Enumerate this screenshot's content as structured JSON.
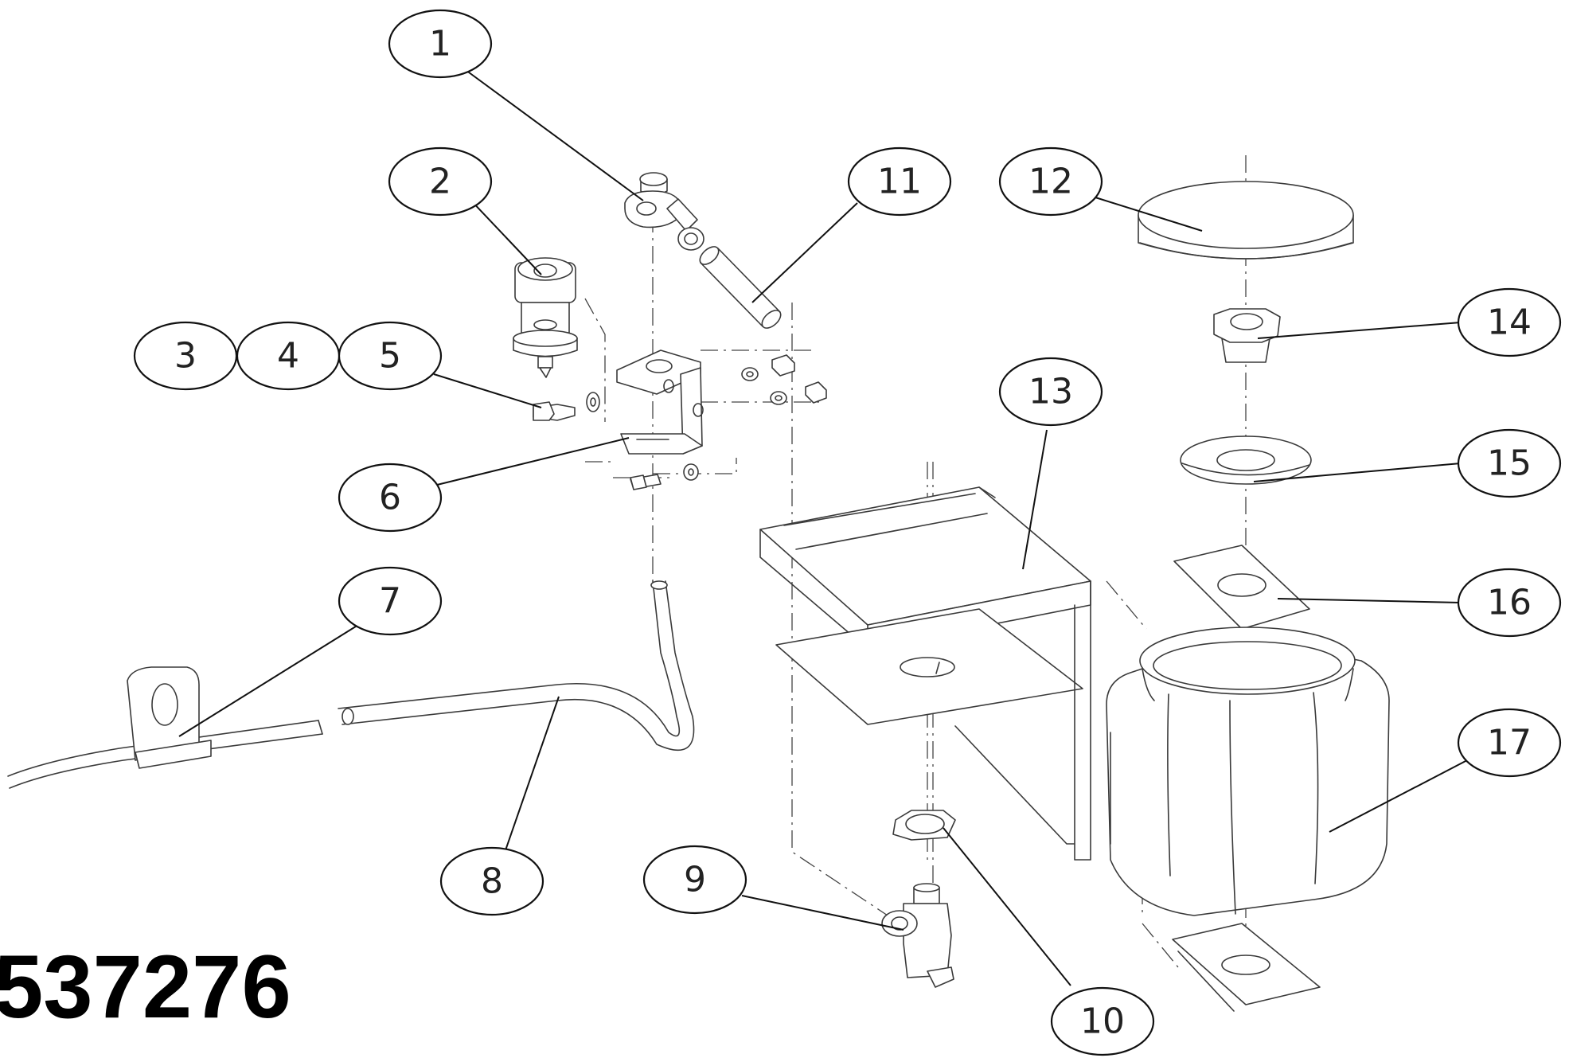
{
  "drawing_number": "537276",
  "callouts": [
    "1",
    "2",
    "3",
    "4",
    "5",
    "6",
    "7",
    "8",
    "9",
    "10",
    "11",
    "12",
    "13",
    "14",
    "15",
    "16",
    "17"
  ],
  "colors": {
    "line": "#3a3a3a",
    "background": "#ffffff"
  }
}
